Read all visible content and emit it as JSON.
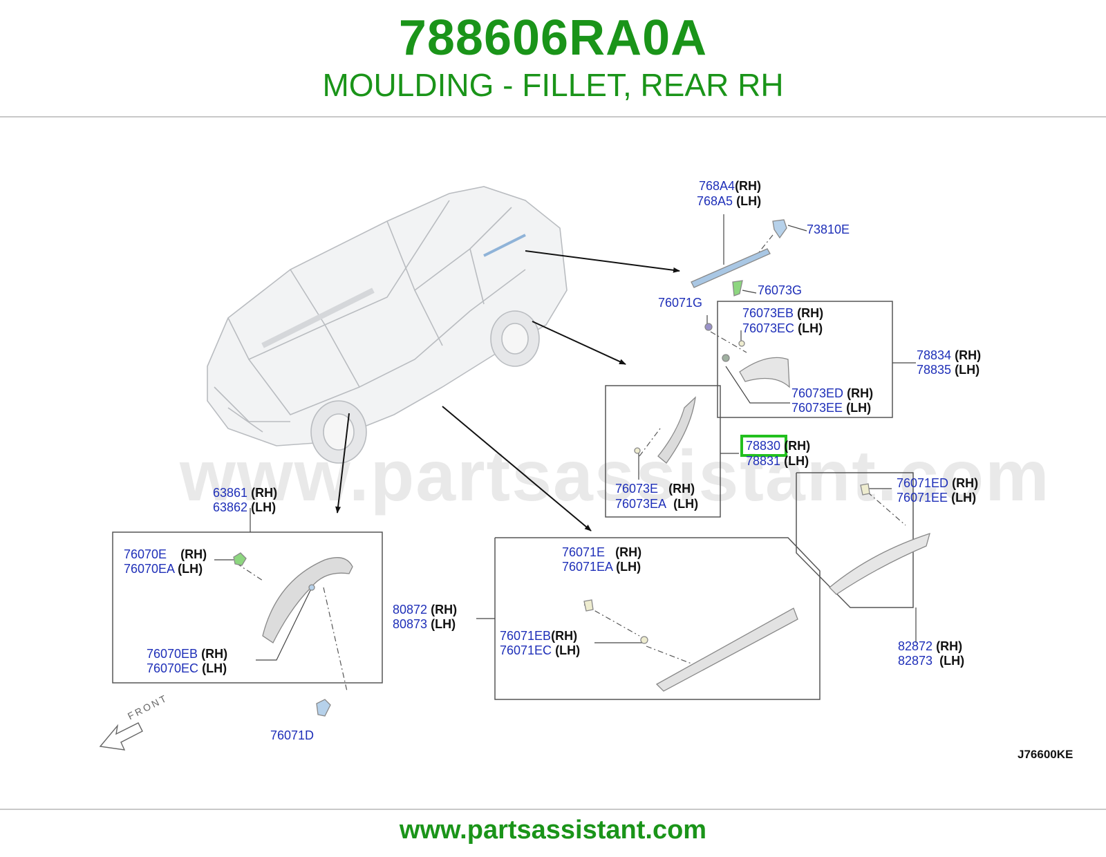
{
  "header": {
    "part_number": "788606RA0A",
    "part_name": "MOULDING - FILLET, REAR RH"
  },
  "watermark": "www.partsassistant.com",
  "footer": {
    "url": "www.partsassistant.com"
  },
  "diagram": {
    "reference_code": "J76600KE",
    "front_label": "FRONT",
    "highlighted_part": "78830",
    "callouts": {
      "c_768A4": {
        "num": "768A4",
        "side": "(RH)"
      },
      "c_768A5": {
        "num": "768A5",
        "side": "(LH)"
      },
      "c_73810E": {
        "num": "73810E",
        "side": ""
      },
      "c_76073G": {
        "num": "76073G",
        "side": ""
      },
      "c_76071G": {
        "num": "76071G",
        "side": ""
      },
      "c_76073EB": {
        "num": "76073EB",
        "side": "(RH)"
      },
      "c_76073EC": {
        "num": "76073EC",
        "side": "(LH)"
      },
      "c_78834": {
        "num": "78834",
        "side": "(RH)"
      },
      "c_78835": {
        "num": "78835",
        "side": "(LH)"
      },
      "c_76073ED": {
        "num": "76073ED",
        "side": "(RH)"
      },
      "c_76073EE": {
        "num": "76073EE",
        "side": "(LH)"
      },
      "c_78830": {
        "num": "78830",
        "side": "(RH)"
      },
      "c_78831": {
        "num": "78831",
        "side": "(LH)"
      },
      "c_76073E": {
        "num": "76073E",
        "side": "(RH)"
      },
      "c_76073EA": {
        "num": "76073EA",
        "side": "(LH)"
      },
      "c_76071ED": {
        "num": "76071ED",
        "side": "(RH)"
      },
      "c_76071EE": {
        "num": "76071EE",
        "side": "(LH)"
      },
      "c_63861": {
        "num": "63861",
        "side": "(RH)"
      },
      "c_63862": {
        "num": "63862",
        "side": "(LH)"
      },
      "c_76070E": {
        "num": "76070E",
        "side": "(RH)"
      },
      "c_76070EA": {
        "num": "76070EA",
        "side": "(LH)"
      },
      "c_76070EB": {
        "num": "76070EB",
        "side": "(RH)"
      },
      "c_76070EC": {
        "num": "76070EC",
        "side": "(LH)"
      },
      "c_76071D": {
        "num": "76071D",
        "side": ""
      },
      "c_76071E": {
        "num": "76071E",
        "side": "(RH)"
      },
      "c_76071EA": {
        "num": "76071EA",
        "side": "(LH)"
      },
      "c_80872": {
        "num": "80872",
        "side": "(RH)"
      },
      "c_80873": {
        "num": "80873",
        "side": "(LH)"
      },
      "c_76071EB": {
        "num": "76071EB",
        "side": "(RH)"
      },
      "c_76071EC": {
        "num": "76071EC",
        "side": "(LH)"
      },
      "c_82872": {
        "num": "82872",
        "side": "(RH)"
      },
      "c_82873": {
        "num": "82873",
        "side": "(LH)"
      }
    }
  }
}
